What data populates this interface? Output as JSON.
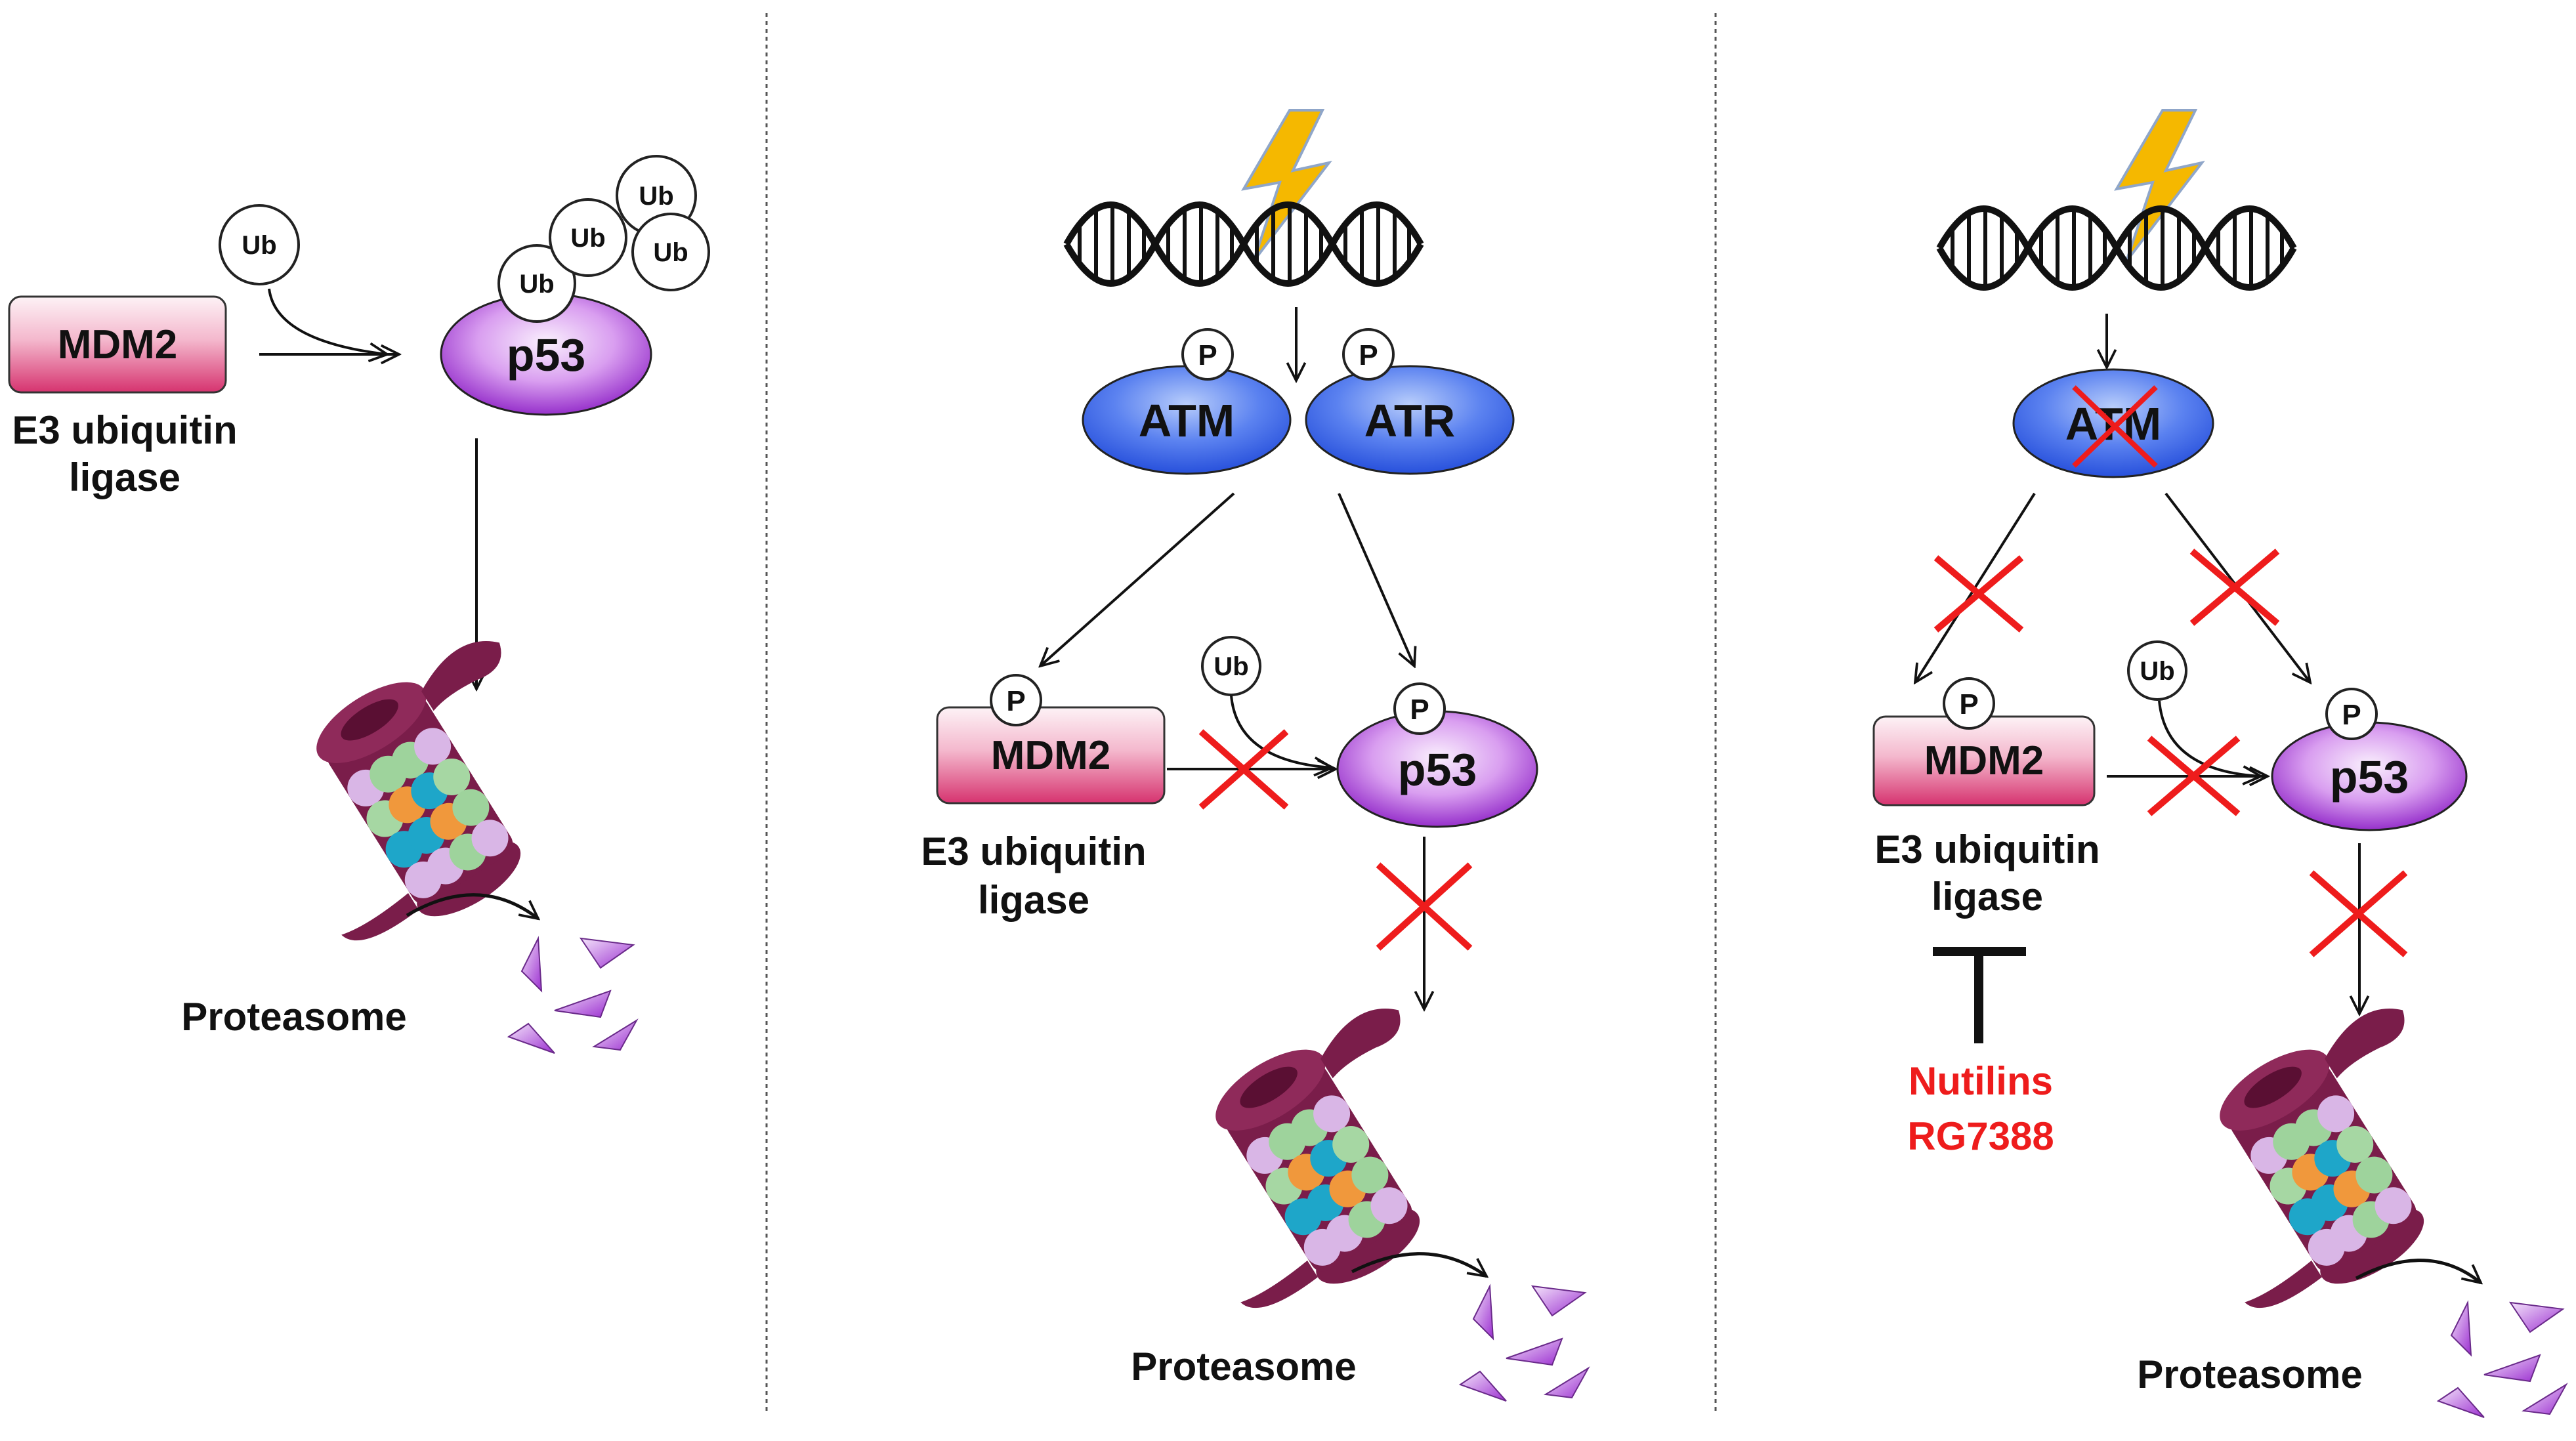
{
  "colors": {
    "mdm2_top": "#fbe3ec",
    "mdm2_bottom": "#d6336f",
    "p53_light": "#f1d6fb",
    "p53_dark": "#8a1cc4",
    "atm_light": "#9fbdfa",
    "atm_dark": "#1f48d8",
    "block_red": "#ee1c1c",
    "drug_red": "#ee1c1c",
    "bolt": "#f5b800"
  },
  "panel1": {
    "mdm2": "MDM2",
    "e3_line1": "E3 ubiquitin",
    "e3_line2": "ligase",
    "p53": "p53",
    "ub": [
      "Ub",
      "Ub",
      "Ub",
      "Ub",
      "Ub"
    ],
    "proteasome": "Proteasome"
  },
  "panel2": {
    "atm": "ATM",
    "atr": "ATR",
    "p": "P",
    "mdm2": "MDM2",
    "e3_line1": "E3 ubiquitin",
    "e3_line2": "ligase",
    "p53": "p53",
    "ub": "Ub",
    "proteasome": "Proteasome"
  },
  "panel3": {
    "atm": "ATM",
    "p": "P",
    "mdm2": "MDM2",
    "e3_line1": "E3 ubiquitin",
    "e3_line2": "ligase",
    "p53": "p53",
    "ub": "Ub",
    "drug_line1": "Nutilins",
    "drug_line2": "RG7388",
    "proteasome": "Proteasome"
  }
}
